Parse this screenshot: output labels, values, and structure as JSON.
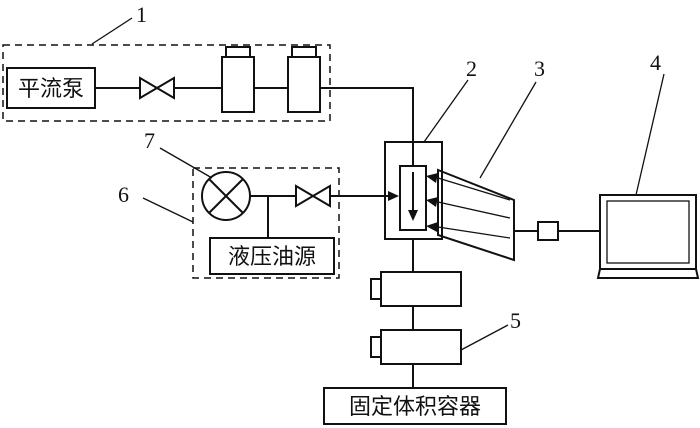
{
  "labels": {
    "pump": "平流泵",
    "hydraulic": "液压油源",
    "container": "固定体积容器"
  },
  "numbers": {
    "n1": "1",
    "n2": "2",
    "n3": "3",
    "n4": "4",
    "n5": "5",
    "n6": "6",
    "n7": "7"
  }
}
